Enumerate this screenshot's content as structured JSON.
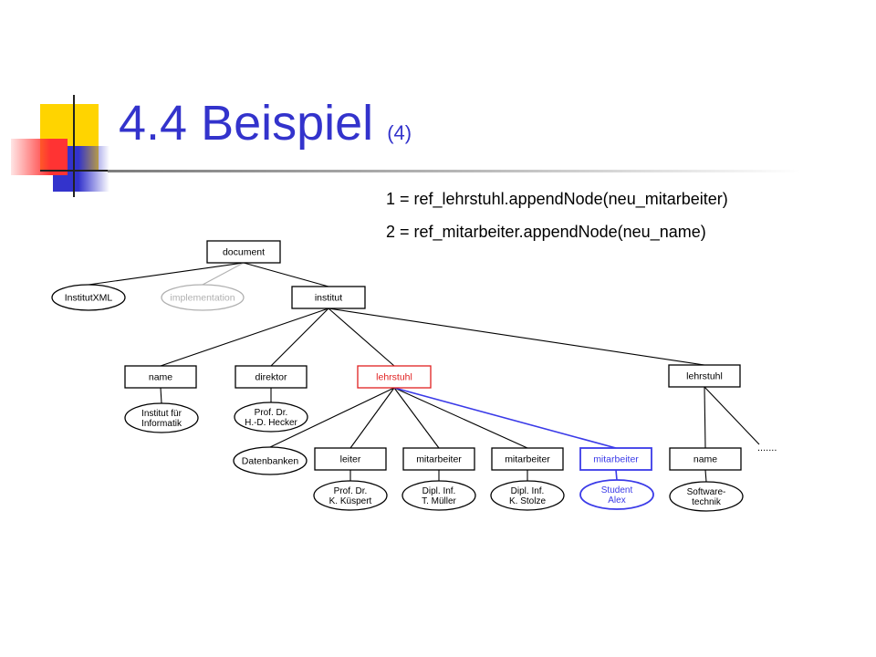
{
  "slide": {
    "title": "4.4 Beispiel",
    "title_suffix": "(4)",
    "formulas": [
      "1 = ref_lehrstuhl.appendNode(neu_mitarbeiter)",
      "2 = ref_mitarbeiter.appendNode(neu_name)"
    ]
  },
  "tree": {
    "colors": {
      "normal": "#000000",
      "highlight_red": "#e02020",
      "highlight_blue": "#3a3ae8",
      "faded": "#b0b0b0"
    },
    "nodes": {
      "document": [
        "document"
      ],
      "institutxml": [
        "InstitutXML"
      ],
      "implementation": [
        "implementation"
      ],
      "institut": [
        "institut"
      ],
      "name1": [
        "name"
      ],
      "direktor": [
        "direktor"
      ],
      "lehrstuhl1": [
        "lehrstuhl"
      ],
      "lehrstuhl2": [
        "lehrstuhl"
      ],
      "institut_fuer": [
        "Institut für",
        "Informatik"
      ],
      "hecker": [
        "Prof. Dr.",
        "H.-D. Hecker"
      ],
      "datenbanken": [
        "Datenbanken"
      ],
      "leiter": [
        "leiter"
      ],
      "mitarbeiter1": [
        "mitarbeiter"
      ],
      "mitarbeiter2": [
        "mitarbeiter"
      ],
      "mitarbeiter3": [
        "mitarbeiter"
      ],
      "name2": [
        "name"
      ],
      "kuespert": [
        "Prof. Dr.",
        "K. Küspert"
      ],
      "mueller": [
        "Dipl. Inf.",
        "T. Müller"
      ],
      "stolze": [
        "Dipl. Inf.",
        "K. Stolze"
      ],
      "student": [
        "Student",
        "Alex"
      ],
      "softwaretechnik": [
        "Software-",
        "technik"
      ]
    },
    "ellipsis": "......."
  }
}
